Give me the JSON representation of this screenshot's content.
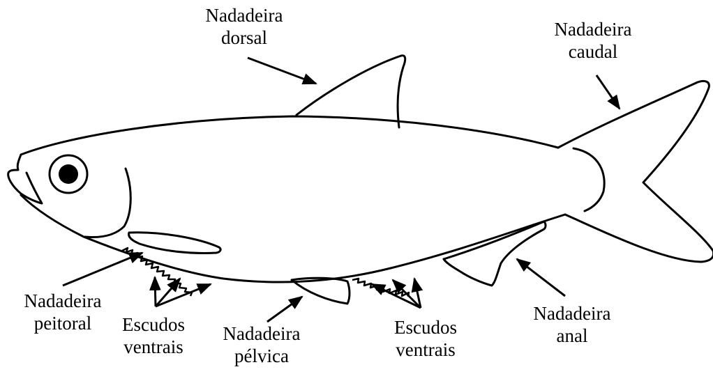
{
  "labels": {
    "dorsal": [
      "Nadadeira",
      "dorsal"
    ],
    "caudal": [
      "Nadadeira",
      "caudal"
    ],
    "peitoral": [
      "Nadadeira",
      "peitoral"
    ],
    "escudos_left": [
      "Escudos",
      "ventrais"
    ],
    "pelvica": [
      "Nadadeira",
      "pélvica"
    ],
    "escudos_right": [
      "Escudos",
      "ventrais"
    ],
    "anal": [
      "Nadadeira",
      "anal"
    ]
  },
  "colors": {
    "line": "#000000",
    "background": "#ffffff"
  }
}
